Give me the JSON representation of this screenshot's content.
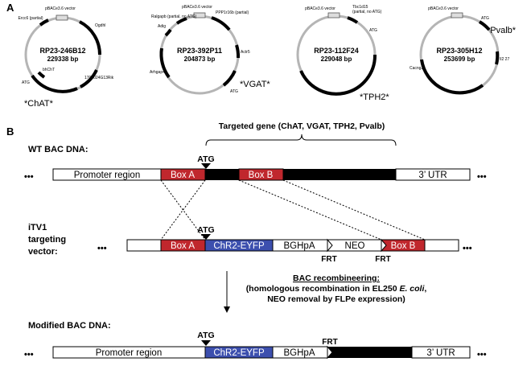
{
  "panel_a": {
    "label": "A",
    "plasmids": [
      {
        "name": "RP23-246B12",
        "size": "229338 bp",
        "gene_label": "*ChAT*",
        "features": [
          "pBACe3.6 vector",
          "Ercc6 (partial)",
          "Ogdhl",
          "ATG",
          "bhChT",
          "1700024G13Rik"
        ]
      },
      {
        "name": "RP23-392P11",
        "size": "204873 bp",
        "gene_label": "*VGAT*",
        "features": [
          "pBACe3.6 vector",
          "PPP1r16b (partial)",
          "Ralgapb (partial, no ATG)",
          "Adig",
          "Arhgap40",
          "Actr5",
          "ATG"
        ]
      },
      {
        "name": "RP23-112F24",
        "size": "229048 bp",
        "gene_label": "*TPH2*",
        "features": [
          "pBACe3.6 vector",
          "Tbc1d15",
          "(partial, no ATG)",
          "ATG"
        ]
      },
      {
        "name": "RP23-305H12",
        "size": "253699 bp",
        "gene_label": "*Pvalb*",
        "features": [
          "pBACe3.6 vector",
          "ATG",
          "Il2 27",
          "Cacng2"
        ]
      }
    ]
  },
  "panel_b": {
    "label": "B",
    "targeted_gene": "Targeted gene (ChAT, VGAT, TPH2, Pvalb)",
    "wt": {
      "title": "WT BAC DNA:",
      "promoter": "Promoter region",
      "box_a": "Box A",
      "box_b": "Box B",
      "utr": "3’ UTR",
      "atg": "ATG"
    },
    "vector": {
      "title_line1": "iTV1",
      "title_line2": "targeting",
      "title_line3": "vector:",
      "box_a": "Box A",
      "chr2": "ChR2-EYFP",
      "bghpa": "BGHpA",
      "neo": "NEO",
      "box_b": "Box B",
      "frt1": "FRT",
      "frt2": "FRT",
      "atg": "ATG"
    },
    "recombineering": {
      "title": "BAC recombineering:",
      "line1": "(homologous recombination in EL250 ",
      "ecoli": "E. coli",
      "line1_end": ",",
      "line2": "NEO removal by FLPe expression)"
    },
    "modified": {
      "title": "Modified BAC DNA:",
      "promoter": "Promoter region",
      "chr2": "ChR2-EYFP",
      "bghpa": "BGHpA",
      "utr": "3’ UTR",
      "frt": "FRT",
      "atg": "ATG"
    },
    "dots": "•••"
  },
  "colors": {
    "box_red": "#c0272d",
    "chr2_blue": "#3c4fae",
    "black": "#000000",
    "ring_gray": "#b5b5b5"
  }
}
